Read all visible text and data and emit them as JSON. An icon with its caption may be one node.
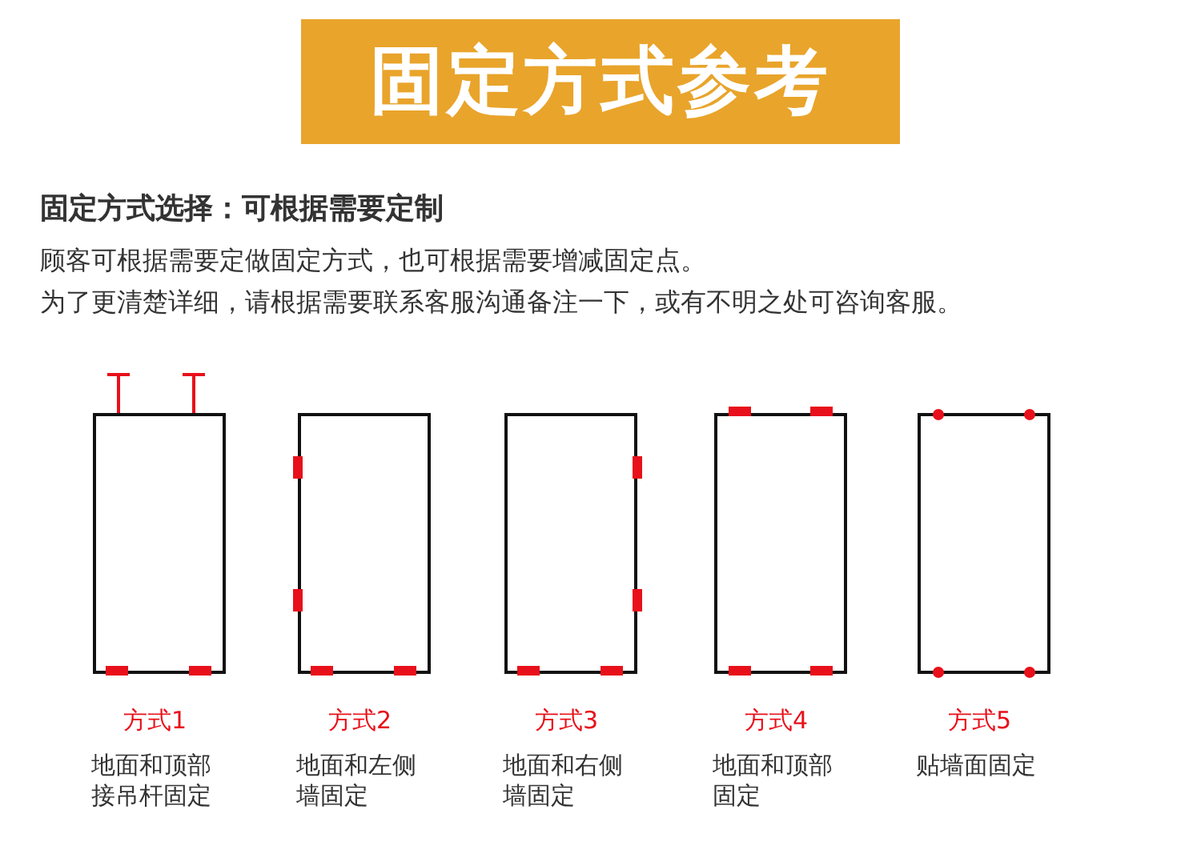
{
  "diagram": {
    "title": "固定方式参考",
    "nodes": [
      {
        "text": [],
        "shape": "box",
        "beside": [
          "方式1",
          "地面和顶部接吊杆固定"
        ]
      },
      {
        "text": [],
        "shape": "box",
        "beside": [
          "方式2",
          "地面和左侧墙固定"
        ]
      },
      {
        "text": [],
        "shape": "box",
        "beside": [
          "方式3",
          "地面和右侧墙固定"
        ]
      },
      {
        "text": [],
        "shape": "box",
        "beside": [
          "方式4",
          "地面和顶部固定"
        ]
      },
      {
        "text": [],
        "shape": "box",
        "beside": [
          "方式5",
          "贴墙面固定"
        ]
      }
    ],
    "labels": [
      "固定方式选择：可根据需要定制",
      "顾客可根据需要定做固定方式，也可根据需要增减固定点。",
      "为了更清楚详细，请根据需要联系客服沟通备注一下，或有不明之处可咨询客服。"
    ]
  }
}
